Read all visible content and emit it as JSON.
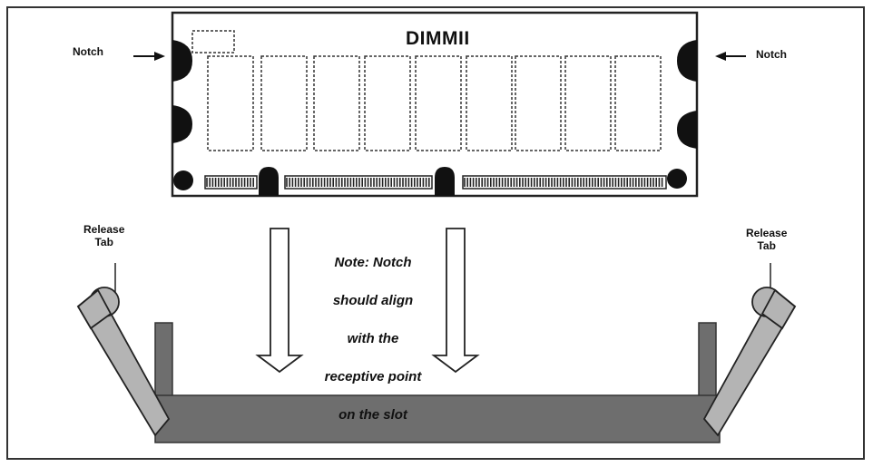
{
  "module": {
    "title": "DIMMII"
  },
  "labels": {
    "notch_left": "Notch",
    "notch_right": "Notch",
    "release_tab_left": "Release\nTab",
    "release_tab_right": "Release\nTab"
  },
  "note": {
    "line1": "Note: Notch",
    "line2": "should align",
    "line3": "with the",
    "line4": "receptive point",
    "line5": "on the slot"
  },
  "colors": {
    "slot": "#6e6e6e",
    "tab": "#b4b4b4",
    "notch": "#111111",
    "outline": "#222222"
  }
}
